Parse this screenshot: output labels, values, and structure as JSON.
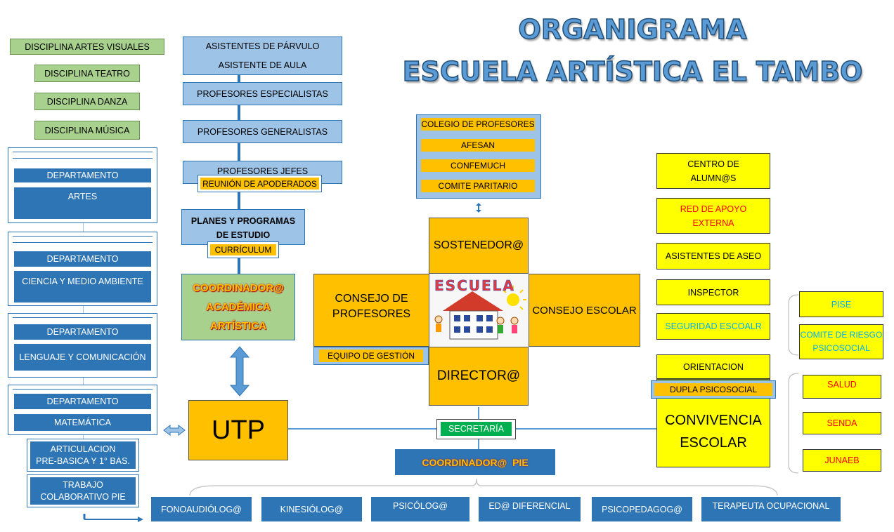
{
  "title": {
    "line1": "ORGANIGRAMA",
    "line2": "ESCUELA ARTÍSTICA EL TAMBO"
  },
  "disciplines": [
    "DISCIPLINA ARTES VISUALES",
    "DISCIPLINA TEATRO",
    "DISCIPLINA DANZA",
    "DISCIPLINA MÚSICA"
  ],
  "departments": [
    {
      "label": "DEPARTAMENTO",
      "name": "ARTES"
    },
    {
      "label": "DEPARTAMENTO",
      "name": "CIENCIA Y MEDIO AMBIENTE"
    },
    {
      "label": "DEPARTAMENTO",
      "name": "LENGUAJE Y COMUNICACIÓN"
    },
    {
      "label": "DEPARTAMENTO",
      "name": "MATEMÁTICA"
    }
  ],
  "left_bottom": {
    "articulacion": [
      "ARTICULACION",
      "PRE-BASICA Y 1° BAS."
    ],
    "trabajo": [
      "TRABAJO",
      "COLABORATIVO PIE"
    ]
  },
  "staff_column": {
    "asistentes_parvulo": "ASISTENTES DE PÁRVULO",
    "asistente_aula": "ASISTENTE DE AULA",
    "especialistas": "PROFESORES ESPECIALISTAS",
    "generalistas": "PROFESORES GENERALISTAS",
    "jefes": "PROFESORES JEFES",
    "reunion": "REUNIÓN DE APODERADOS",
    "planes": [
      "PLANES Y PROGRAMAS",
      "DE ESTUDIO"
    ],
    "curriculum": "CURRÍCULUM",
    "coordinadora": [
      "COORDINADOR@",
      "ACADÉMICA",
      "ARTÍSTICA"
    ],
    "utp": "UTP"
  },
  "colegio_box": [
    "COLEGIO DE PROFESORES",
    "AFESAN",
    "CONFEMUCH",
    "COMITE PARITARIO"
  ],
  "center": {
    "sostenedor": "SOSTENEDOR@",
    "consejo_profesores": [
      "CONSEJO DE",
      "PROFESORES"
    ],
    "consejo_escolar": "CONSEJO ESCOLAR",
    "equipo_gestion": "EQUIPO DE GESTIÓN",
    "director": "DIRECTOR@",
    "escuela_word": "ESCUELA",
    "secretaria": "SECRETARÍA",
    "coordinador_pie": "COORDINADOR@  PIE"
  },
  "right_column": {
    "centro_alumnos": [
      "CENTRO DE",
      "ALUMN@S"
    ],
    "red_apoyo": [
      "RED DE APOYO",
      "EXTERNA"
    ],
    "asistentes_aseo": "ASISTENTES DE ASEO",
    "inspector": "INSPECTOR",
    "seguridad": "SEGURIDAD ESCOALR",
    "orientacion": "ORIENTACION",
    "dupla": "DUPLA PSICOSOCIAL",
    "convivencia": [
      "CONVIVENCIA",
      "ESCOLAR"
    ]
  },
  "far_right": {
    "pise": "PISE",
    "comite_riesgo": [
      "COMITE DE RIESGO",
      "PSICOSOCIAL"
    ],
    "salud": "SALUD",
    "senda": "SENDA",
    "junaeb": "JUNAEB"
  },
  "pie_team": [
    "FONOAUDIÓLOG@",
    "KINESIÓLOG@",
    "PSICÓLOG@",
    "ED@ DIFERENCIAL",
    "PSICOPEDAGOG@",
    "TERAPEUTA OCUPACIONAL"
  ],
  "colors": {
    "title": "#5b9bd5",
    "dark_blue": "#2e75b6",
    "light_blue": "#9dc3e6",
    "green": "#a9d18e",
    "orange": "#ffc000",
    "yellow": "#ffff00",
    "red_text": "#ff0000",
    "cyan_text": "#00b0f0"
  }
}
